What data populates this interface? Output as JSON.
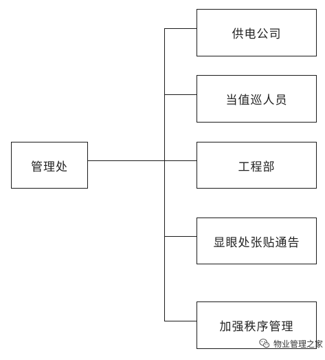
{
  "root": {
    "label": "管理处"
  },
  "children": [
    {
      "label": "供电公司"
    },
    {
      "label": "当值巡人员"
    },
    {
      "label": "工程部"
    },
    {
      "label": "显眼处张贴通告"
    },
    {
      "label": "加强秩序管理"
    }
  ],
  "watermark": {
    "text": "物业管理之家",
    "icon": "wechat-logo-icon"
  },
  "colors": {
    "line": "#1a1a1a",
    "text": "#222222",
    "background": "#ffffff"
  }
}
